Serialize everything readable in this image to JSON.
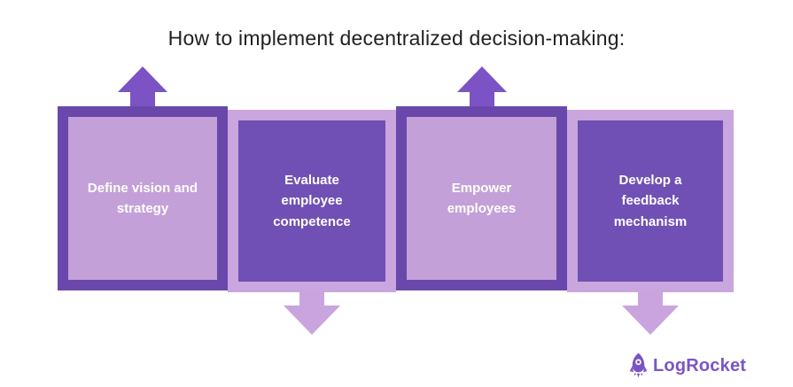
{
  "title": "How to implement decentralized decision-making:",
  "colors": {
    "background": "#ffffff",
    "title_color": "#212121",
    "dark_fill": "#7050b4",
    "dark_border": "#6a47ab",
    "light_fill": "#c4a0d8",
    "light_border": "#c9a6dd",
    "up_arrow": "#7b53c4",
    "down_arrow": "#c9a4de",
    "logo_color": "#7a55c6",
    "box_text": "#ffffff"
  },
  "steps": [
    {
      "label": "Define vision and\nstrategy",
      "variant": "light",
      "arrow": "up"
    },
    {
      "label": "Evaluate\nemployee\ncompetence",
      "variant": "dark",
      "arrow": "down"
    },
    {
      "label": "Empower\nemployees",
      "variant": "light",
      "arrow": "up"
    },
    {
      "label": "Develop a\nfeedback\nmechanism",
      "variant": "dark",
      "arrow": "down"
    }
  ],
  "logo": {
    "text": "LogRocket",
    "icon": "rocket-icon"
  }
}
